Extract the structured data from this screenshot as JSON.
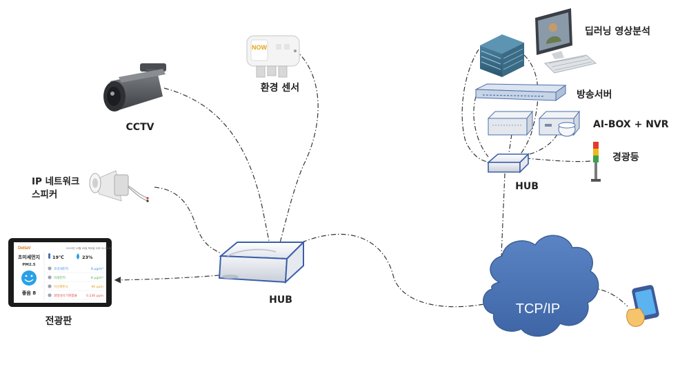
{
  "labels": {
    "cctv": "CCTV",
    "env_sensor": "환경 센서",
    "ip_speaker_line1": "IP 네트워크",
    "ip_speaker_line2": "스피커",
    "hub_main": "HUB",
    "hub_right": "HUB",
    "display_board": "전광판",
    "tcpip": "TCP/IP",
    "deep_learning": "딥러닝 영상분석",
    "broadcast_server": "방송서버",
    "ai_box_nvr": "AI-BOX + NVR",
    "warning_light": "경광등"
  },
  "sensor_device": {
    "brand": "NOW"
  },
  "display_screen": {
    "logo": "DeltaV",
    "date_line": "2023년 10월 26일 목요일 오후 01:56:30",
    "pm_title": "초미세먼지",
    "pm_sub": "PM2.5",
    "status": "좋음 8",
    "temperature": "19℃",
    "humidity": "23%",
    "rows": [
      {
        "name": "초미세먼지",
        "value": "8 μg/m³",
        "color": "#3a8ee6"
      },
      {
        "name": "미세먼지",
        "value": "8 μg/m³",
        "color": "#55b24a"
      },
      {
        "name": "이산화탄소",
        "value": "96 ppm",
        "color": "#e0a020"
      },
      {
        "name": "휘발성유기화합물",
        "value": "0.236 ppm",
        "color": "#e05050"
      }
    ]
  },
  "colors": {
    "cloud_fill": "#4a73b4",
    "cloud_stroke": "#3c5f95",
    "connector": "#333333",
    "hub_edge": "#3b5ea8",
    "display_face": "#2aa0e6"
  }
}
